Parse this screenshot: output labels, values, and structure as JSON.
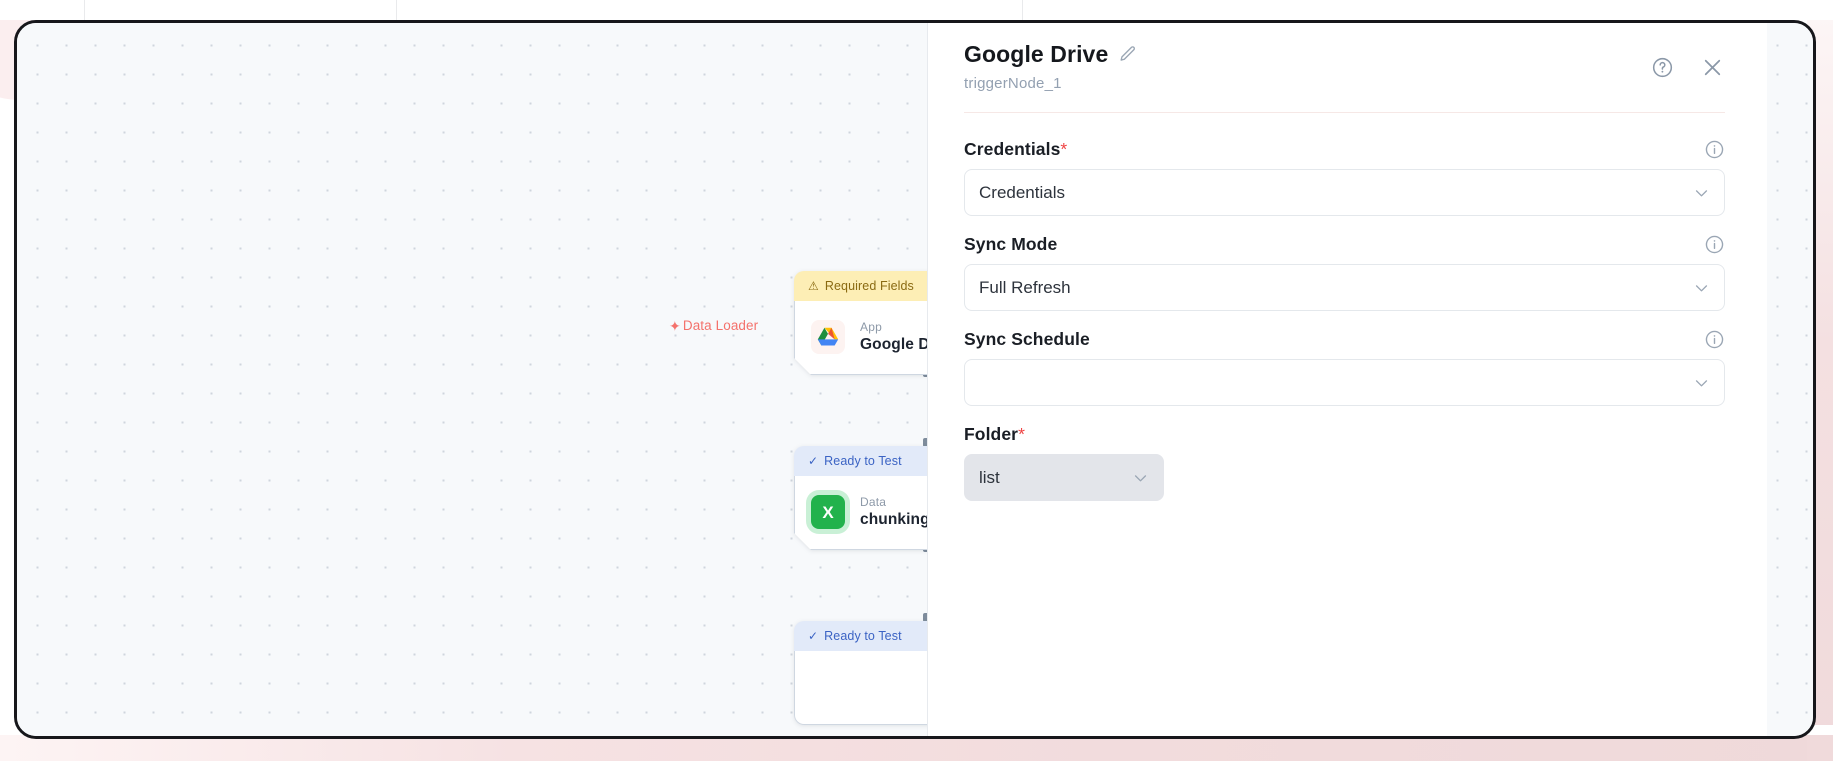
{
  "panel": {
    "title": "Google Drive",
    "subtitle": "triggerNode_1",
    "edit_icon": "pencil-icon",
    "help_icon": "help-circle-icon",
    "close_icon": "close-icon",
    "fields": [
      {
        "label": "Credentials",
        "required": true,
        "required_marker": "*",
        "info_icon": "info-circle-icon",
        "value": "Credentials",
        "variant": "outline",
        "chevron": "chevron-down-icon"
      },
      {
        "label": "Sync Mode",
        "required": false,
        "required_marker": "",
        "info_icon": "info-circle-icon",
        "value": "Full Refresh",
        "variant": "outline",
        "chevron": "chevron-down-icon"
      },
      {
        "label": "Sync Schedule",
        "required": false,
        "required_marker": "",
        "info_icon": "info-circle-icon",
        "value": "",
        "variant": "outline",
        "chevron": "chevron-down-icon"
      },
      {
        "label": "Folder",
        "required": true,
        "required_marker": "*",
        "info_icon": "",
        "value": "list",
        "variant": "filled",
        "chevron": "chevron-down-icon"
      }
    ]
  },
  "canvas": {
    "edge_label": {
      "text": "Data Loader",
      "marker": "✦",
      "color": "#f4726c"
    },
    "nodes": [
      {
        "status": "Required Fields",
        "status_type": "warning",
        "status_icon": "warning-triangle-icon",
        "kind": "App",
        "name": "Google Drive",
        "icon": "google-drive-icon"
      },
      {
        "status": "Ready to Test",
        "status_type": "ready",
        "status_icon": "check-icon",
        "kind": "Data",
        "name": "chunking",
        "icon": "spreadsheet-icon"
      },
      {
        "status": "Ready to Test",
        "status_type": "ready",
        "status_icon": "check-icon",
        "kind": "",
        "name": "",
        "icon": ""
      }
    ]
  },
  "colors": {
    "accent_red": "#f4726c",
    "warning_bg": "#fdeeb5",
    "ready_bg": "#e2eaf9",
    "required_star": "#ef4444",
    "frame_border": "#17171b"
  }
}
